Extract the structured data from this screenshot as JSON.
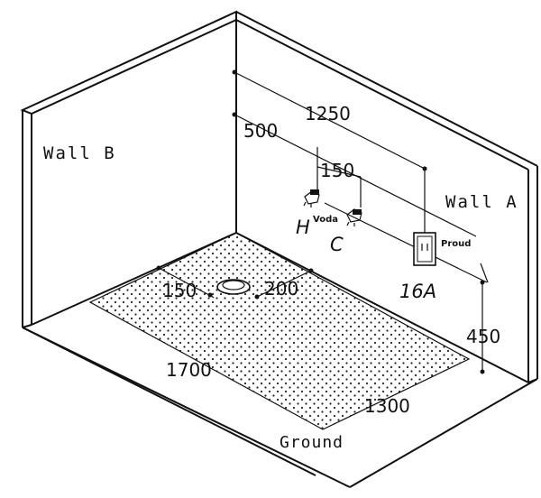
{
  "labels": {
    "wall_b": "Wall B",
    "wall_a": "Wall A",
    "ground": "Ground",
    "hot": "H",
    "cold": "C",
    "voda": "Voda",
    "proud": "Proud",
    "socket": "16A"
  },
  "dimensions": {
    "d1250": "1250",
    "d500": "500",
    "d150_top": "150",
    "d150_floor": "150",
    "d200": "200",
    "d450": "450",
    "d1700": "1700",
    "d1300": "1300"
  },
  "colors": {
    "ink": "#111111",
    "background": "#ffffff"
  }
}
